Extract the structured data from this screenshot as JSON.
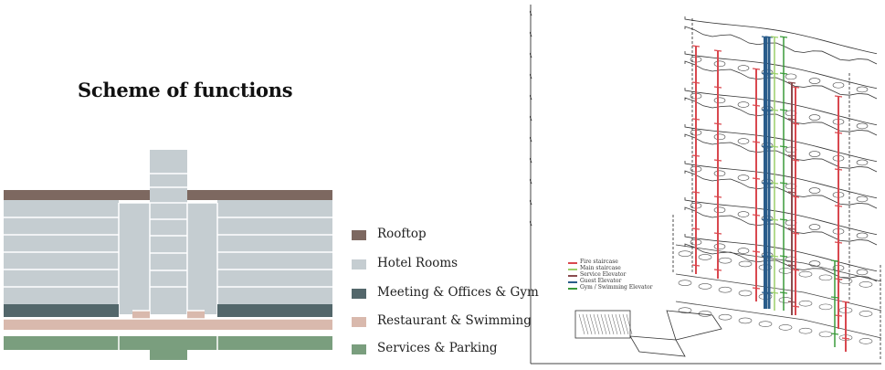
{
  "left": {
    "title": "Scheme of functions",
    "legend": [
      {
        "label": "Rooftop",
        "color": "#7d6860"
      },
      {
        "label": "Hotel Rooms",
        "color": "#c5cdd1"
      },
      {
        "label": "Meeting & Offices & Gym",
        "color": "#53676b"
      },
      {
        "label": "Restaurant & Swimming",
        "color": "#d9b9ad"
      },
      {
        "label": "Services & Parking",
        "color": "#7a9e7e"
      }
    ]
  },
  "right": {
    "legend": [
      {
        "label": "Fire staircase",
        "color": "#d9484f"
      },
      {
        "label": "Main staircase",
        "color": "#9ccf6a"
      },
      {
        "label": "Service Elevator",
        "color": "#8a4b4e"
      },
      {
        "label": "Guest Elevator",
        "color": "#2a5c8a"
      },
      {
        "label": "Gym / Swimming Elevator",
        "color": "#3a9a3a"
      }
    ]
  }
}
